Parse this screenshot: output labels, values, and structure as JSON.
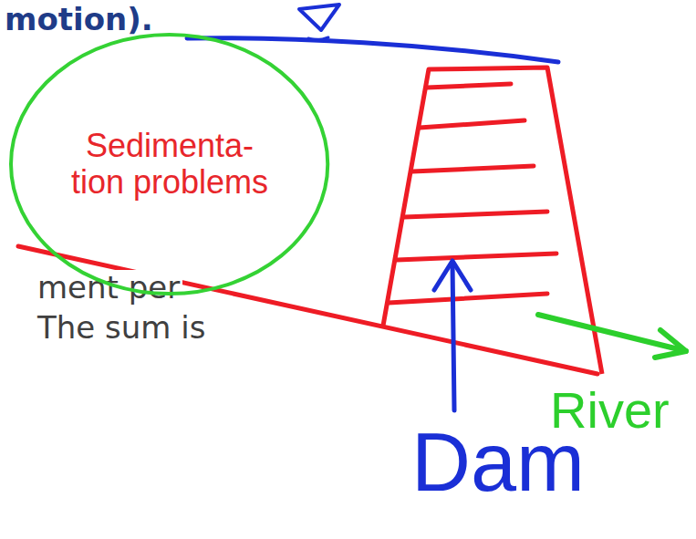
{
  "diagram": {
    "nodes": [
      {
        "text": [
          "Sedimenta- tion problems"
        ]
      }
    ],
    "labels": [
      "motion).",
      "ment per",
      "The sum is",
      "Dam",
      "River"
    ]
  }
}
